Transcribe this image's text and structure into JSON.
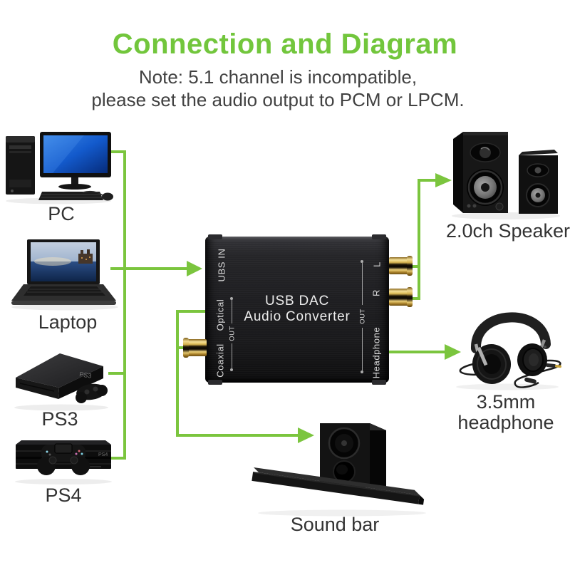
{
  "header": {
    "title": "Connection and Diagram",
    "note_line1": "Note: 5.1 channel is incompatible,",
    "note_line2": "please set the audio output to PCM or LPCM."
  },
  "devices": {
    "pc": {
      "label": "PC"
    },
    "laptop": {
      "label": "Laptop"
    },
    "ps3": {
      "label": "PS3",
      "logo": "PS3"
    },
    "ps4": {
      "label": "PS4",
      "logo": "PS4"
    },
    "speaker": {
      "label": "2.0ch Speaker"
    },
    "headphone": {
      "label_line1": "3.5mm",
      "label_line2": "headphone"
    },
    "soundbar": {
      "label": "Sound bar"
    }
  },
  "dac": {
    "port_usb_in": "UBS IN",
    "port_optical": "Optical",
    "out_label_left": "OUT",
    "port_coaxial": "Coaxial",
    "name_line1": "USB DAC",
    "name_line2": "Audio Converter",
    "port_l": "L",
    "port_r": "R",
    "out_label_right": "OUT",
    "port_headphone": "Headphone"
  },
  "colors": {
    "accent_green": "#7BC53E",
    "title_green": "#72C63C",
    "note_text": "#414141",
    "label_text": "#333333",
    "dac_text": "#DCDCDC"
  }
}
